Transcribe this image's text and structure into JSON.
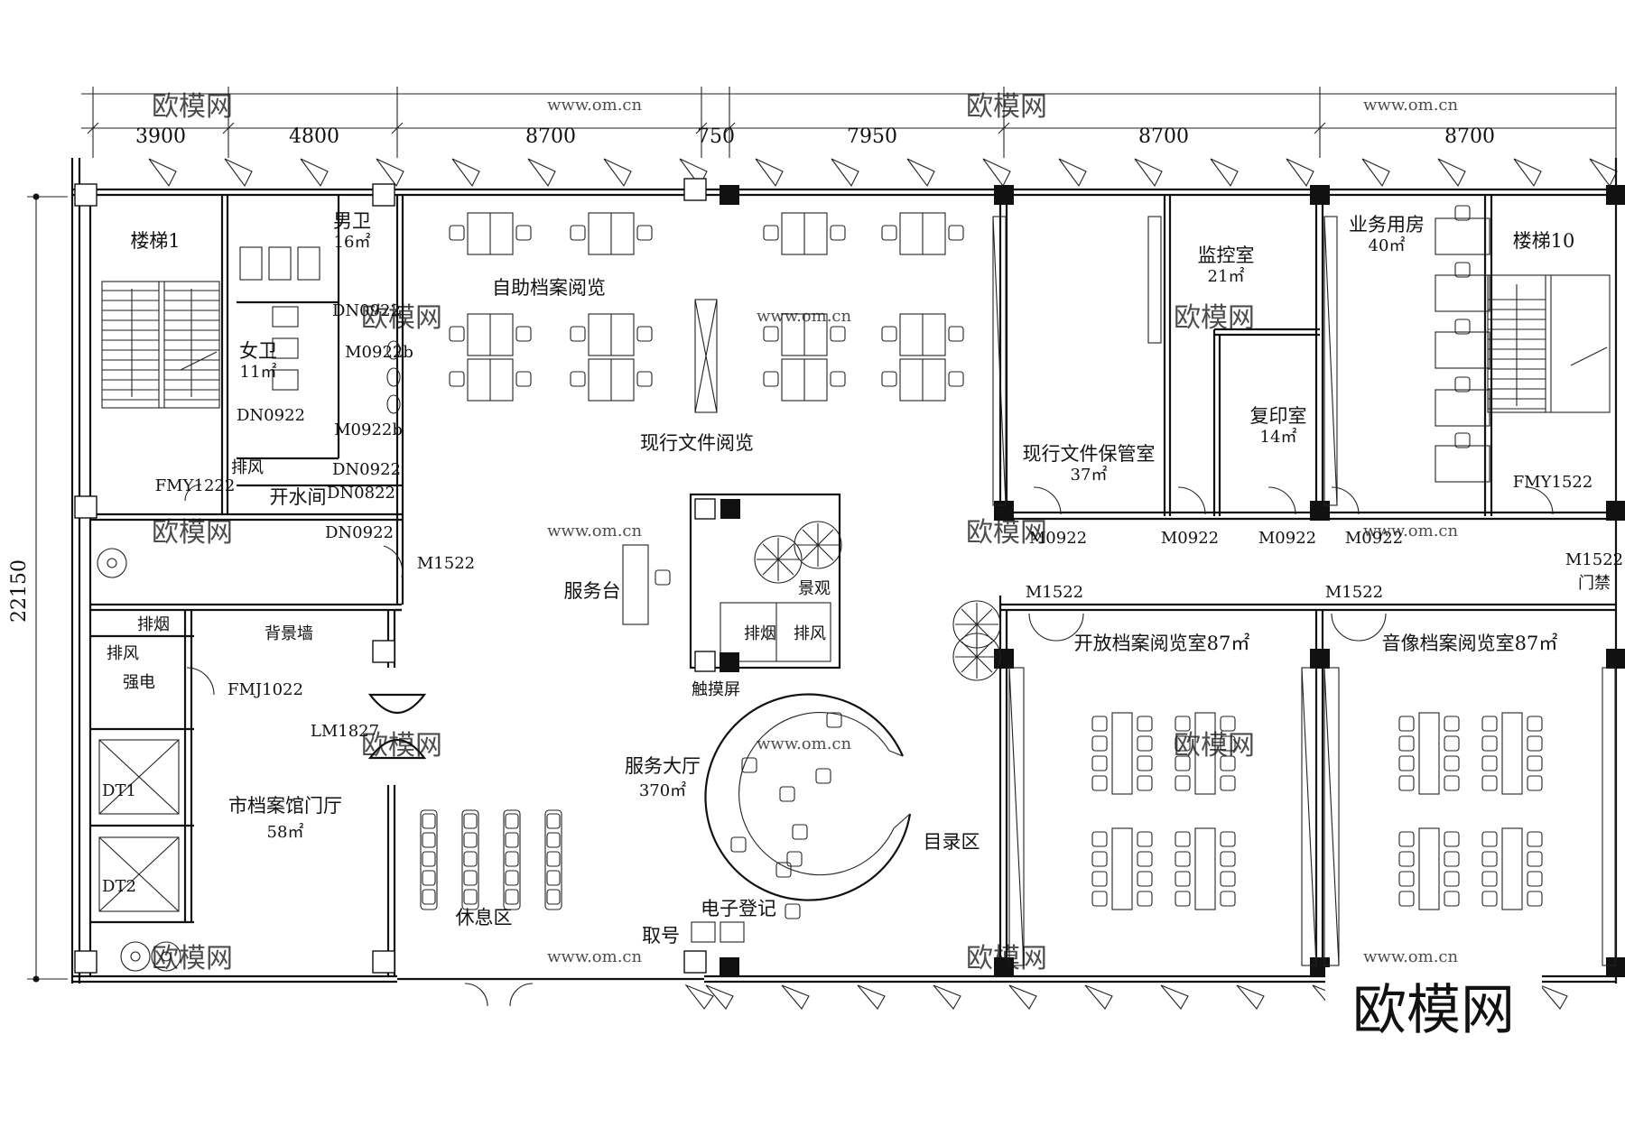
{
  "dimensions": {
    "top": [
      "3900",
      "4800",
      "8700",
      "750",
      "7950",
      "8700",
      "8700"
    ],
    "left": "22150"
  },
  "rooms": {
    "stair1": "楼梯1",
    "mens_wc": "男卫",
    "mens_wc_area": "16㎡",
    "womens_wc": "女卫",
    "womens_wc_area": "11㎡",
    "self_archive": "自助档案阅览",
    "current_docs": "现行文件阅览",
    "monitor": "监控室",
    "monitor_area": "21㎡",
    "business": "业务用房",
    "business_area": "40㎡",
    "stair10": "楼梯10",
    "copy": "复印室",
    "copy_area": "14㎡",
    "docs_storage": "现行文件保管室",
    "docs_storage_area": "37㎡",
    "water_room": "开水间",
    "exhaust_fan": "排风",
    "smoke_exhaust": "排烟",
    "backdrop": "背景墙",
    "power": "强电",
    "service_desk": "服务台",
    "landscape": "景观",
    "touchscreen": "触摸屏",
    "open_reading": "开放档案阅览室87㎡",
    "av_reading": "音像档案阅览室87㎡",
    "lobby": "市档案馆门厅",
    "lobby_area": "58㎡",
    "service_hall": "服务大厅",
    "service_hall_area": "370㎡",
    "catalog": "目录区",
    "rest": "休息区",
    "e_register": "电子登记",
    "ticket": "取号",
    "access": "门禁",
    "dt1": "DT1",
    "dt2": "DT2"
  },
  "doors": {
    "fmy1222": "FMY1222",
    "fmy1522": "FMY1522",
    "dn0922_a": "DN0922",
    "dn0922_b": "DN0922",
    "dn0922_c": "DN0922",
    "dn0922_d": "DN0922",
    "dn0822": "DN0822",
    "m0922b_a": "M0922b",
    "m0922b_b": "M0922b",
    "m1522_a": "M1522",
    "m1522_b": "M1522",
    "m1522_c": "M1522",
    "m1522_d": "M1522",
    "fmj1022": "FMJ1022",
    "lm1827": "LM1827",
    "m0922_a": "M0922",
    "m0922_b": "M0922",
    "m0922_c": "M0922",
    "m0922_d": "M0922"
  },
  "watermark": {
    "logo": "欧模网",
    "site": "www.om.cn"
  }
}
